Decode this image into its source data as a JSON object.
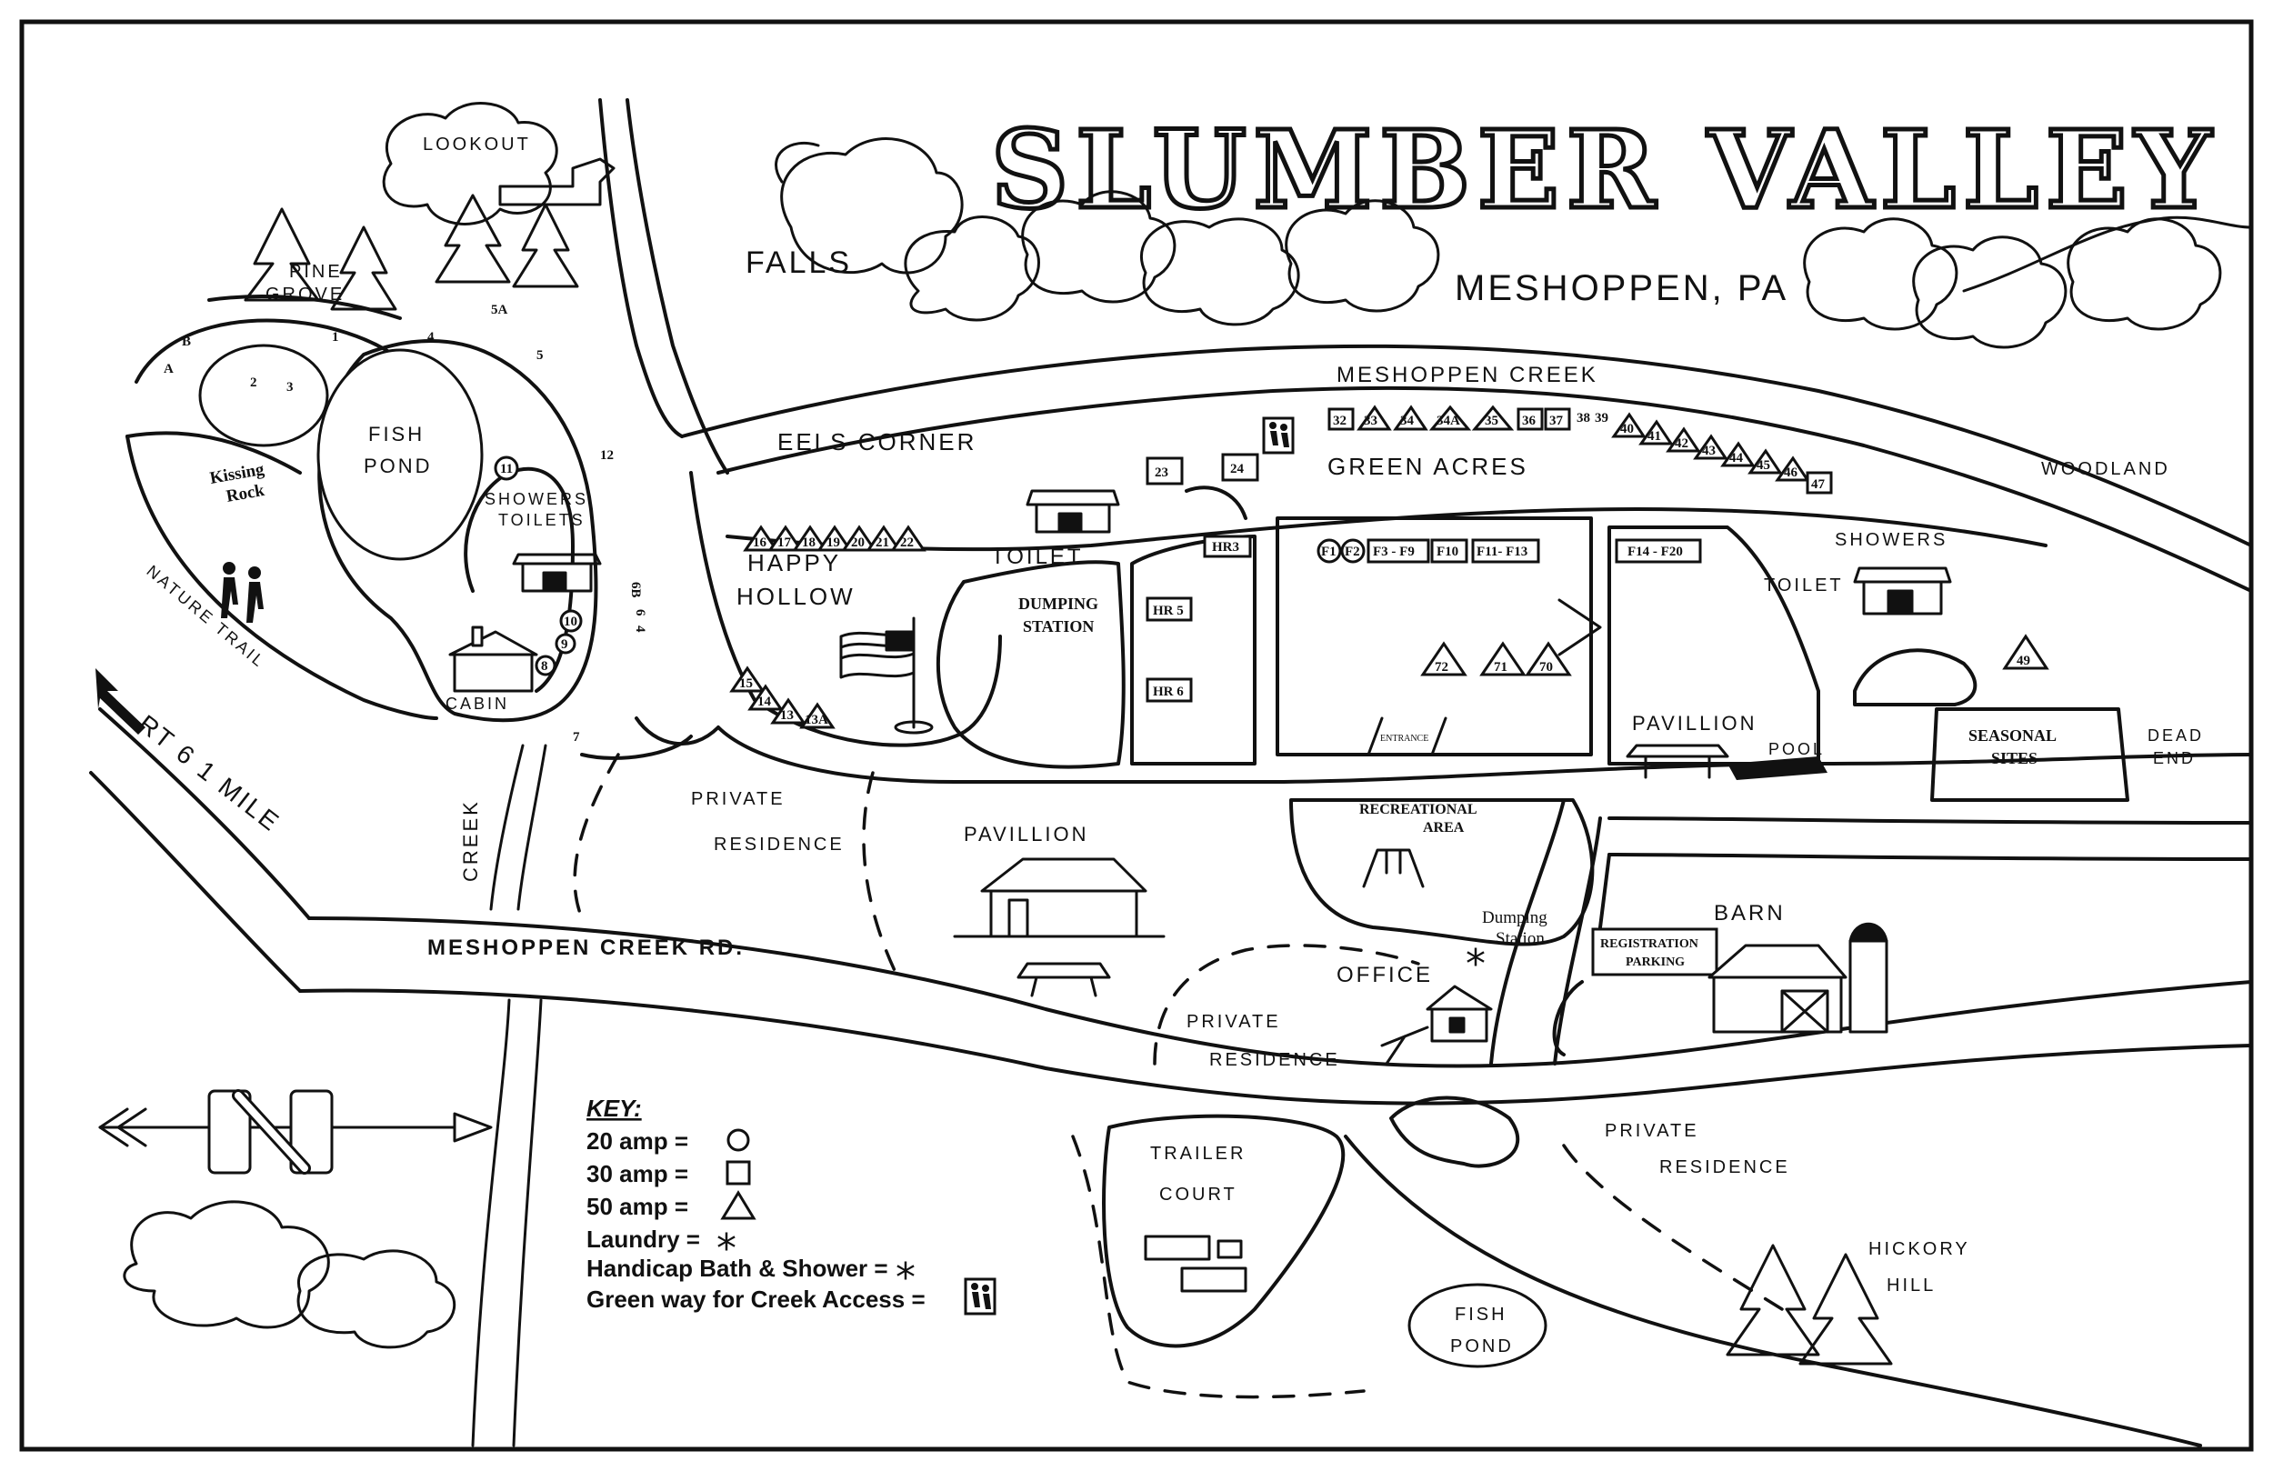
{
  "title": "SLUMBER VALLEY",
  "subtitle": "MESHOPPEN, PA",
  "areas": {
    "lookout": "LOOKOUT",
    "pine_grove_1": "PINE",
    "pine_grove_2": "GROVE",
    "fish_pond_1": "FISH",
    "fish_pond_2": "POND",
    "kissing_rock_1": "Kissing",
    "kissing_rock_2": "Rock",
    "nature_trail": "NATURE TRAIL",
    "rt6": "RT 6 1 MILE",
    "cabin": "CABIN",
    "showers_toilets_1": "SHOWERS",
    "showers_toilets_2": "TOILETS",
    "creek": "CREEK",
    "falls": "FALLS",
    "eels_corner": "EELS CORNER",
    "meshoppen_creek": "MESHOPPEN CREEK",
    "green_acres": "GREEN ACRES",
    "woodland": "WOODLAND",
    "happy": "HAPPY",
    "hollow": "HOLLOW",
    "toilet_mid": "TOILET",
    "dumping_station_1": "DUMPING",
    "dumping_station_2": "STATION",
    "showers_right": "SHOWERS",
    "toilet_right": "TOILET",
    "pavillion_right": "PAVILLION",
    "pool": "POOL",
    "seasonal_1": "SEASONAL",
    "seasonal_2": "SITES",
    "dead_end_1": "DEAD",
    "dead_end_2": "END",
    "entrance": "ENTRANCE",
    "recreational_1": "RECREATIONAL",
    "recreational_2": "AREA",
    "private_res_1a": "PRIVATE",
    "private_res_1b": "RESIDENCE",
    "pavillion_mid": "PAVILLION",
    "meshoppen_creek_rd": "MESHOPPEN CREEK RD.",
    "office": "OFFICE",
    "dumping_small_1": "Dumping",
    "dumping_small_2": "Station",
    "registration_1": "REGISTRATION",
    "registration_2": "PARKING",
    "barn": "BARN",
    "private_res_2a": "PRIVATE",
    "private_res_2b": "RESIDENCE",
    "private_res_3a": "PRIVATE",
    "private_res_3b": "RESIDENCE",
    "trailer_1": "TRAILER",
    "trailer_2": "COURT",
    "fish_pond_b1": "FISH",
    "fish_pond_b2": "POND",
    "hickory_1": "HICKORY",
    "hickory_2": "HILL"
  },
  "sites": {
    "s_A": "A",
    "s_B": "B",
    "s_1": "1",
    "s_2": "2",
    "s_3": "3",
    "s_4": "4",
    "s_5A": "5A",
    "s_5": "5",
    "s_12": "12",
    "s_7": "7",
    "s_6B": "6B",
    "s_6": "6",
    "s_64": "4",
    "s_11": "11",
    "s_10": "10",
    "s_9": "9",
    "s_8": "8",
    "s_16": "16",
    "s_17": "17",
    "s_18": "18",
    "s_19": "19",
    "s_20": "20",
    "s_21": "21",
    "s_22": "22",
    "s_15": "15",
    "s_14": "14",
    "s_13": "13",
    "s_13A": "13A",
    "s_23": "23",
    "s_24": "24",
    "s_32": "32",
    "s_33": "33",
    "s_34": "34",
    "s_34A": "34A",
    "s_35": "35",
    "s_36": "36",
    "s_37": "37",
    "s_38": "38",
    "s_39": "39",
    "s_40": "40",
    "s_41": "41",
    "s_42": "42",
    "s_43": "43",
    "s_44": "44",
    "s_45": "45",
    "s_46": "46",
    "s_47": "47",
    "HR3": "HR3",
    "HR5": "HR 5",
    "HR6": "HR 6",
    "F1": "F1",
    "F2": "F2",
    "F3": "F3 - F9",
    "F10": "F10",
    "F11": "F11- F13",
    "F14": "F14 - F20",
    "s_72": "72",
    "s_71": "71",
    "s_70": "70",
    "s_49": "49"
  },
  "key": {
    "heading": "KEY:",
    "amp20": "20 amp =",
    "amp30": "30 amp =",
    "amp50": "50 amp =",
    "laundry": "Laundry =",
    "handicap": "Handicap Bath & Shower =",
    "greenway": "Green way for Creek Access ="
  },
  "icons": [
    "compass-north-arrow-icon",
    "hiker-icon",
    "flag-icon",
    "tree-icon",
    "swing-icon",
    "building-icon"
  ]
}
